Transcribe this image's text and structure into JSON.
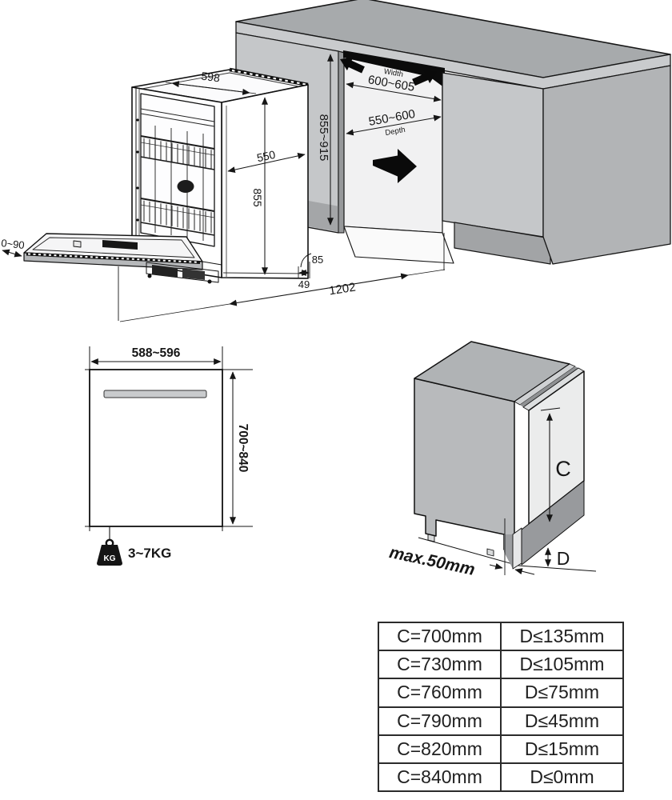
{
  "top_diagram": {
    "dishwasher_dims": {
      "top_width": "598",
      "depth": "550",
      "height": "855",
      "door_protrusion": "0~90",
      "rear_gap": "85",
      "rear_offset": "49",
      "open_door_depth": "1202"
    },
    "niche_dims": {
      "height": "855~915",
      "width_label": "Width",
      "width": "600~605",
      "depth": "550~600",
      "depth_label": "Depth"
    }
  },
  "front_panel_diagram": {
    "width": "588~596",
    "height": "700~840",
    "weight_badge": "KG",
    "weight_range": "3~7KG"
  },
  "door_cabinet_diagram": {
    "c_label": "C",
    "d_label": "D",
    "plinth_gap": "max.50mm"
  },
  "spec_table": {
    "rows": [
      {
        "c": "C=700mm",
        "d": "D≤135mm"
      },
      {
        "c": "C=730mm",
        "d": "D≤105mm"
      },
      {
        "c": "C=760mm",
        "d": "D≤75mm"
      },
      {
        "c": "C=790mm",
        "d": "D≤45mm"
      },
      {
        "c": "C=820mm",
        "d": "D≤15mm"
      },
      {
        "c": "C=840mm",
        "d": "D≤0mm"
      }
    ]
  },
  "colors": {
    "counter_top": "#a7aaac",
    "counter_rim": "#c9cbcd",
    "cabinet_front": "#c5c7c9",
    "cabinet_side": "#b2b4b6",
    "plinth": "#a2a4a6",
    "niche_shadow": "#0b0b0b",
    "door_band": "#b6b8ba",
    "handle": "#c9cbcd",
    "line": "#161616"
  }
}
